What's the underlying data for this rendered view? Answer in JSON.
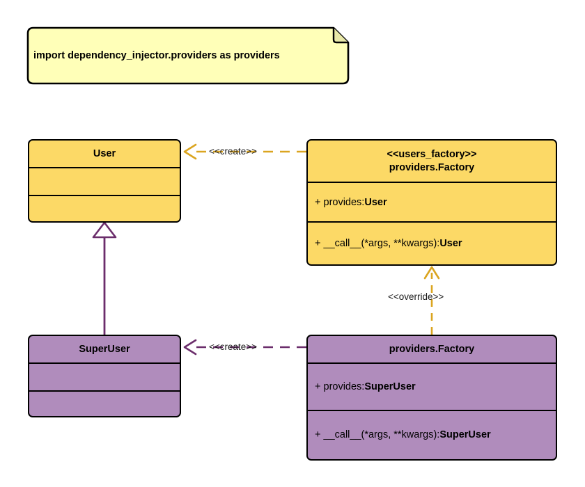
{
  "diagram": {
    "type": "uml-class-diagram",
    "background_color": "#FFFFFF",
    "note": {
      "text": "import dependency_injector.providers as providers",
      "fill_color": "#FFFFB8",
      "border_color": "#000000"
    },
    "colors": {
      "amber_fill": "#FCD966",
      "amber_line": "#DBA520",
      "purple_fill": "#B08CBC",
      "purple_line": "#6B2D6B",
      "border": "#000000",
      "text": "#000000"
    },
    "classes": [
      {
        "id": "user",
        "stereotype": "",
        "name": "User",
        "attributes": [],
        "methods": [],
        "fill": "amber"
      },
      {
        "id": "users-factory",
        "stereotype": "<<users_factory>>",
        "name": "providers.Factory",
        "attributes": [
          {
            "visibility": "+",
            "label": "provides: ",
            "type": "User"
          }
        ],
        "methods": [
          {
            "visibility": "+",
            "label": "__call__(*args, **kwargs): ",
            "type": "User"
          }
        ],
        "fill": "amber"
      },
      {
        "id": "superuser",
        "stereotype": "",
        "name": "SuperUser",
        "attributes": [],
        "methods": [],
        "fill": "purple"
      },
      {
        "id": "providers-factory",
        "stereotype": "",
        "name": "providers.Factory",
        "attributes": [
          {
            "visibility": "+",
            "label": "provides: ",
            "type": "SuperUser"
          }
        ],
        "methods": [
          {
            "visibility": "+",
            "label": "__call__(*args, **kwargs): ",
            "type": "SuperUser"
          }
        ],
        "fill": "purple"
      }
    ],
    "relations": [
      {
        "id": "create-user",
        "label": "<<create>>",
        "kind": "dependency",
        "style": "dashed",
        "color": "#DBA520",
        "from": "users-factory",
        "to": "user"
      },
      {
        "id": "create-superuser",
        "label": "<<create>>",
        "kind": "dependency",
        "style": "dashed",
        "color": "#6B2D6B",
        "from": "providers-factory",
        "to": "superuser"
      },
      {
        "id": "override",
        "label": "<<override>>",
        "kind": "dependency",
        "style": "dashed",
        "color": "#DBA520",
        "from": "providers-factory",
        "to": "users-factory"
      },
      {
        "id": "generalization",
        "label": "",
        "kind": "generalization",
        "style": "solid",
        "color": "#6B2D6B",
        "from": "superuser",
        "to": "user"
      }
    ]
  }
}
